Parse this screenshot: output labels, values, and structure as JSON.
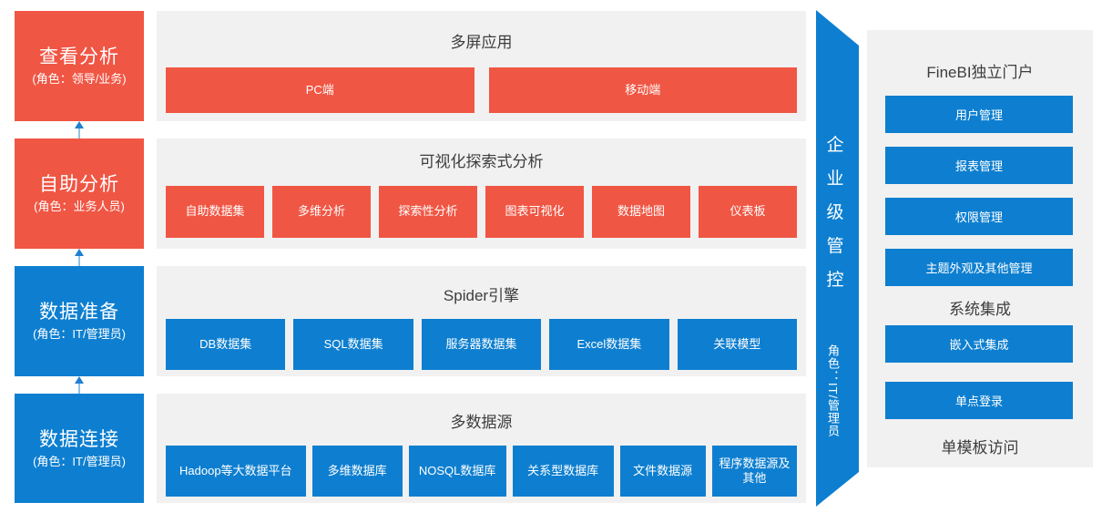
{
  "roles": {
    "items": [
      {
        "title": "查看分析",
        "sub": "(角色：领导/业务)",
        "color": "#f05644"
      },
      {
        "title": "自助分析",
        "sub": "(角色：业务人员)",
        "color": "#f05644"
      },
      {
        "title": "数据准备",
        "sub": "(角色：IT/管理员)",
        "color": "#0e7fd0"
      },
      {
        "title": "数据连接",
        "sub": "(角色：IT/管理员)",
        "color": "#0e7fd0"
      }
    ]
  },
  "panels": [
    {
      "title": "多屏应用",
      "chip_color": "#f05644",
      "chips": [
        {
          "label": "PC端"
        },
        {
          "label": "移动端"
        }
      ]
    },
    {
      "title": "可视化探索式分析",
      "chip_color": "#f05644",
      "chips": [
        {
          "label": "自助数据集"
        },
        {
          "label": "多维分析"
        },
        {
          "label": "探索性分析"
        },
        {
          "label": "图表可视化"
        },
        {
          "label": "数据地图"
        },
        {
          "label": "仪表板"
        }
      ]
    },
    {
      "title": "Spider引擎",
      "chip_color": "#0e7fd0",
      "chips": [
        {
          "label": "DB数据集"
        },
        {
          "label": "SQL数据集"
        },
        {
          "label": "服务器数据集"
        },
        {
          "label": "Excel数据集"
        },
        {
          "label": "关联模型"
        }
      ]
    },
    {
      "title": "多数据源",
      "chip_color": "#0e7fd0",
      "chips": [
        {
          "label": "Hadoop等大数据平台"
        },
        {
          "label": "多维数据库"
        },
        {
          "label": "NOSQL数据库"
        },
        {
          "label": "关系型数据库"
        },
        {
          "label": "文件数据源"
        },
        {
          "label": "程序数据源及其他"
        }
      ]
    }
  ],
  "governance": {
    "chars": [
      "企",
      "业",
      "级",
      "管",
      "控"
    ],
    "role": "角色：IT/管理员",
    "color": "#0e7fd0"
  },
  "portal": {
    "title": "FineBI独立门户",
    "buttons_top": [
      {
        "label": "用户管理"
      },
      {
        "label": "报表管理"
      },
      {
        "label": "权限管理"
      },
      {
        "label": "主题外观及其他管理"
      }
    ],
    "section_title": "系统集成",
    "buttons_bottom": [
      {
        "label": "嵌入式集成"
      },
      {
        "label": "单点登录"
      }
    ],
    "footer": "单模板访问",
    "color": "#0e7fd0"
  }
}
